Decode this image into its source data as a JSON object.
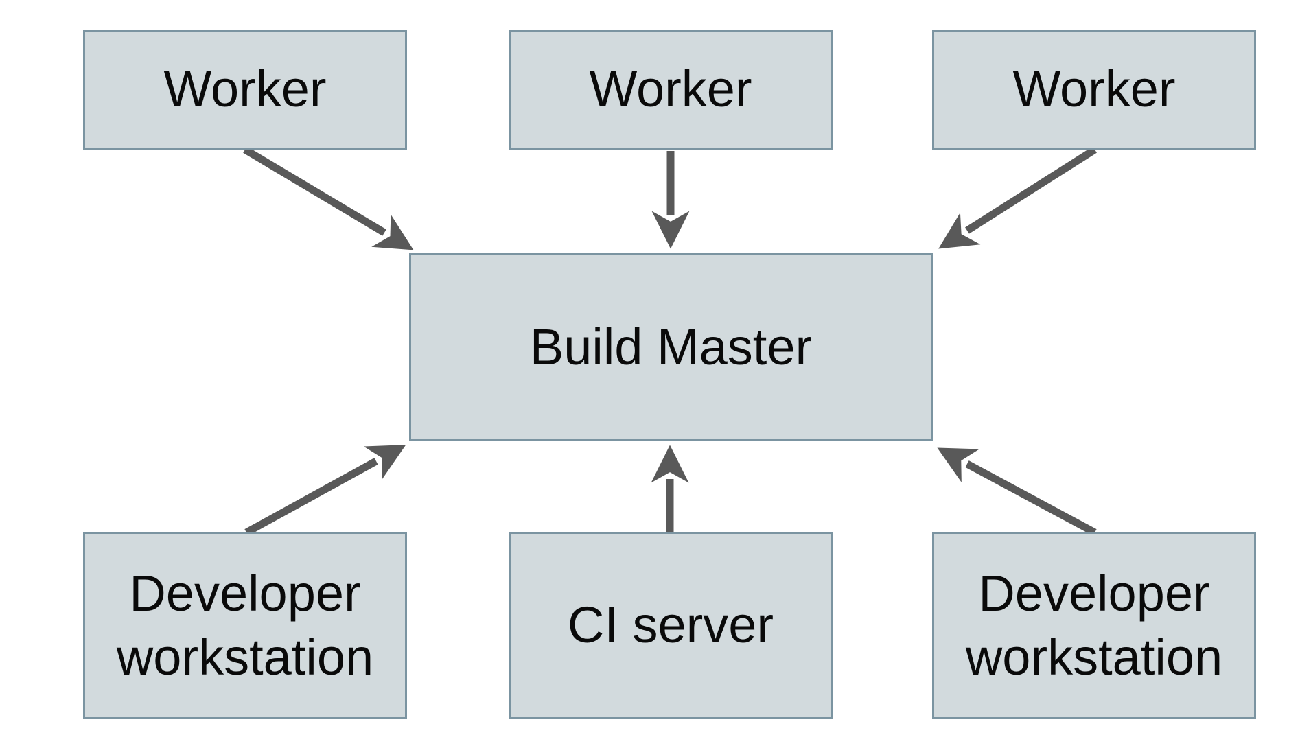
{
  "diagram": {
    "nodes": {
      "worker_1": {
        "label": "Worker"
      },
      "worker_2": {
        "label": "Worker"
      },
      "worker_3": {
        "label": "Worker"
      },
      "build_master": {
        "label": "Build Master"
      },
      "developer_workstation_left": {
        "label": "Developer workstation"
      },
      "ci_server": {
        "label": "CI server"
      },
      "developer_workstation_right": {
        "label": "Developer workstation"
      }
    },
    "edges": [
      {
        "from": "worker_1",
        "to": "build_master"
      },
      {
        "from": "worker_2",
        "to": "build_master"
      },
      {
        "from": "worker_3",
        "to": "build_master"
      },
      {
        "from": "developer_workstation_left",
        "to": "build_master"
      },
      {
        "from": "ci_server",
        "to": "build_master"
      },
      {
        "from": "developer_workstation_right",
        "to": "build_master"
      }
    ],
    "colors": {
      "node_fill": "#d2dadd",
      "node_border": "#7b94a1",
      "arrow": "#595959",
      "text": "#0a0a0a",
      "background": "#ffffff"
    }
  }
}
